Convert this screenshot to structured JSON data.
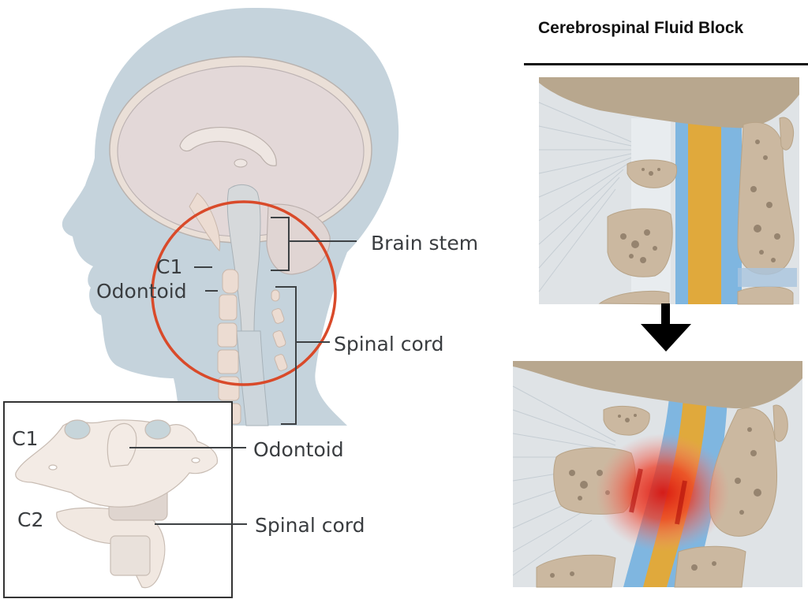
{
  "figure": {
    "left_panel": {
      "sagittal_labels": {
        "brain_stem": "Brain stem",
        "c1": "C1",
        "odontoid": "Odontoid",
        "spinal_cord": "Spinal cord"
      },
      "inset_labels": {
        "c1": "C1",
        "c2": "C2",
        "odontoid": "Odontoid",
        "spinal_cord": "Spinal cord"
      },
      "highlight_color": "#d94a2a",
      "skin_color": "#c5d3dc",
      "brain_color": "#e3d8d8"
    },
    "right_panel": {
      "title": "Cerebrospinal Fluid Block",
      "top_image": "normal-csf-flow-illustration",
      "bottom_image": "csf-block-compression-illustration",
      "arrow": "down-arrow",
      "csf_color": "#7fb6e0",
      "cord_color": "#e0a93c",
      "bone_color": "#cbb8a0",
      "inflammation_color": "#e8231b"
    }
  }
}
